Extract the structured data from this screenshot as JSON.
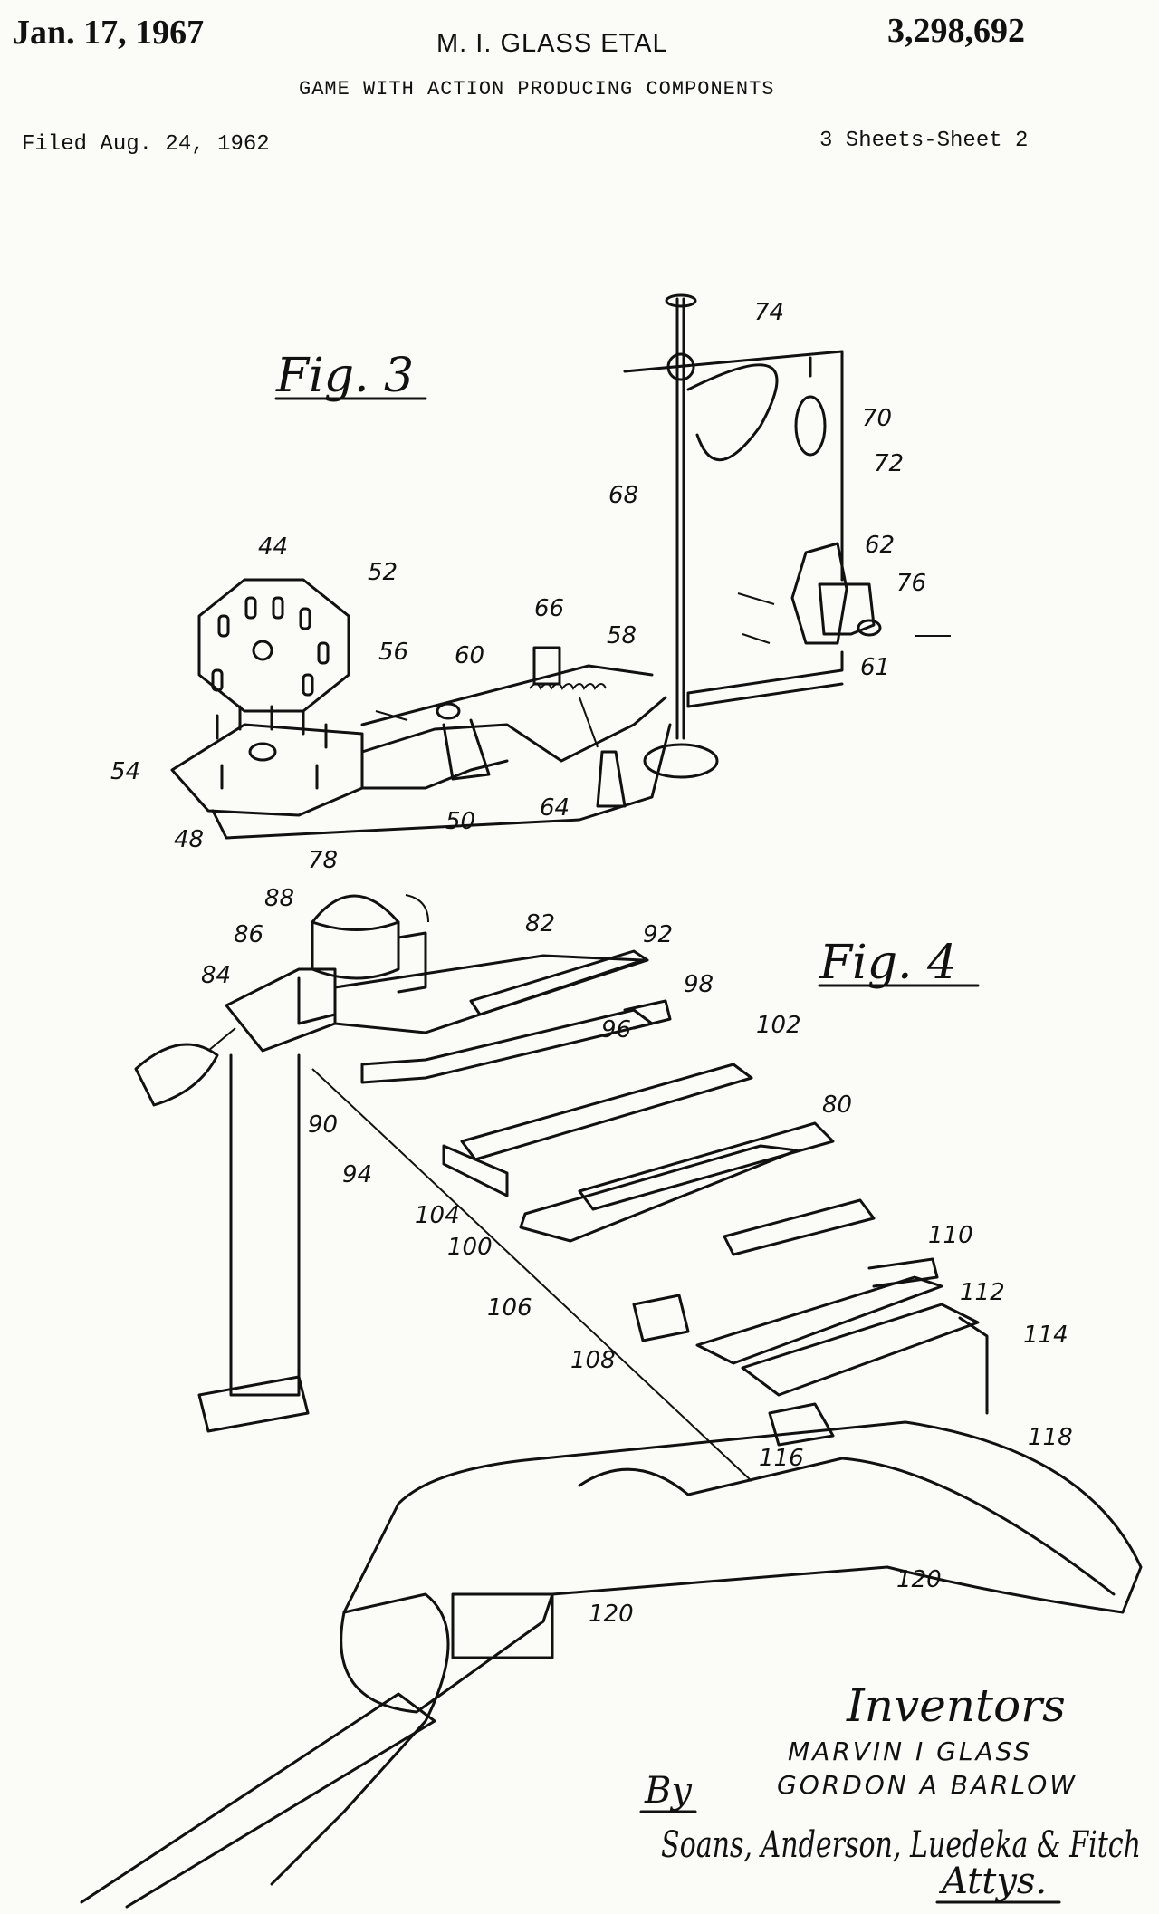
{
  "header": {
    "date": "Jan. 17, 1967",
    "inventor": "M. I. GLASS ETAL",
    "patent_number": "3,298,692",
    "title": "GAME WITH ACTION PRODUCING COMPONENTS",
    "filed": "Filed Aug. 24, 1962",
    "sheets": "3 Sheets-Sheet 2"
  },
  "figures": {
    "fig3_label": "Fig. 3",
    "fig4_label": "Fig. 4"
  },
  "fig3_refs": [
    "44",
    "52",
    "56",
    "60",
    "66",
    "58",
    "54",
    "48",
    "78",
    "50",
    "64",
    "68",
    "74",
    "70",
    "72",
    "62",
    "76",
    "61"
  ],
  "fig4_refs": [
    "88",
    "86",
    "84",
    "82",
    "92",
    "98",
    "96",
    "102",
    "80",
    "90",
    "94",
    "104",
    "100",
    "106",
    "108",
    "110",
    "112",
    "114",
    "116",
    "118",
    "120",
    "120"
  ],
  "signature_block": {
    "heading": "Inventors",
    "names": [
      "MARVIN I GLASS",
      "GORDON A BARLOW"
    ],
    "by": "By",
    "attorneys": "Soans, Anderson, Luedeka & Fitch",
    "attys": "Attys."
  }
}
